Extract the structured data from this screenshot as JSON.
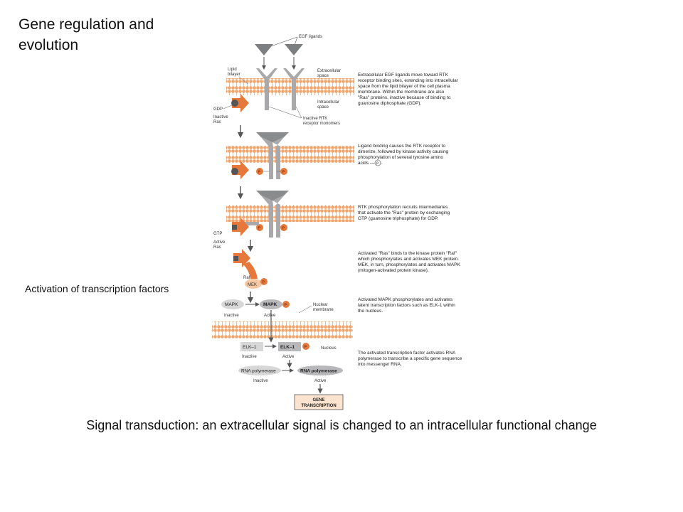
{
  "title": "Gene regulation and evolution",
  "side_label": "Activation of transcription factors",
  "caption": "Signal transduction: an extracellular signal is changed to an intracellular functional change",
  "labels": {
    "egf_ligands": "EGF ligands",
    "lipid_bilayer_1": "Lipid",
    "lipid_bilayer_2": "bilayer",
    "extracellular_1": "Extracellular",
    "extracellular_2": "space",
    "intracellular_1": "Intracellular",
    "intracellular_2": "space",
    "gdp": "GDP",
    "inactive_ras_1": "Inactive",
    "inactive_ras_2": "Ras",
    "inactive_rtk_1": "Inactive RTK",
    "inactive_rtk_2": "receptor monomers",
    "gtp": "GTP",
    "active_ras_1": "Active",
    "active_ras_2": "Ras",
    "raf": "Raf",
    "mek": "MEK",
    "p": "P",
    "mapk_inactive": "MAPK",
    "mapk_active": "MAPK",
    "inactive": "Inactive",
    "active": "Active",
    "nuclear_membrane_1": "Nuclear",
    "nuclear_membrane_2": "membrane",
    "nucleus": "Nucleus",
    "elk_inactive": "ELK–1",
    "elk_active": "ELK–1",
    "rnap_inactive": "RNA polymerase",
    "rnap_active": "RNA polymerase",
    "gene_transcription_1": "GENE",
    "gene_transcription_2": "TRANSCRIPTION"
  },
  "descriptions": [
    [
      "Extracellular EGF ligands move toward RTK",
      "receptor binding sites, extending into intracellular",
      "space from the lipid bilayer of the cell plasma",
      "membrane. Within the membrane are also",
      "\"Ras\" proteins, inactive because of binding to",
      "guanosine diphosphate (GDP)."
    ],
    [
      "Ligand binding causes the RTK receptor to",
      "dimerize, followed by kinase activity causing",
      "phosphorylation of several tyrosine amino",
      "acids —"
    ],
    [
      "RTK phosphorylation recruits intermediaries",
      "that activate the \"Ras\" protein by exchanging",
      "GTP (guanosine triphosphate) for GDP."
    ],
    [
      "Activated \"Ras\" binds to the kinase protein \"Raf\"",
      "which phosphorylates and activates MEK protein.",
      "MEK, in turn, phosphorylates and activates MAPK",
      "(mitogen-activated protein kinase)."
    ],
    [
      "Activated MAPK phosphorylates and activates",
      "latent transcription factors such as ELK-1 within",
      "the nucleus."
    ],
    [
      "The activated transcription factor activates RNA",
      "polymerase to transcribe a specific gene sequence",
      "into messenger RNA."
    ]
  ],
  "colors": {
    "membrane": "#f2a46a",
    "receptor": "#a9a9ab",
    "orange": "#e5783a",
    "light_orange": "#f6c9a4",
    "gene_box": "#fbe3cf",
    "arrow": "#555555"
  }
}
